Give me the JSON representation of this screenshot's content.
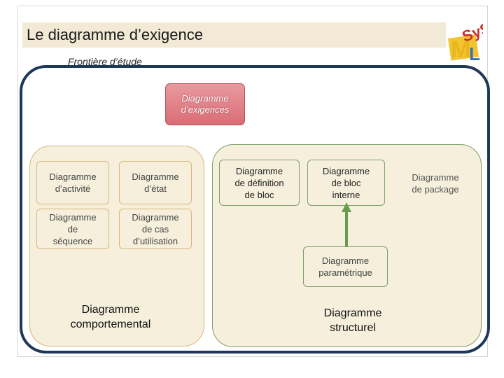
{
  "slide": {
    "title": "Le diagramme d’exigence",
    "boundary_label": "Frontière d’étude",
    "logo_text": "SysML"
  },
  "requirements": {
    "label": "Diagramme\nd’exigences"
  },
  "behavioral": {
    "group_label": "Diagramme\ncomportemental",
    "diagrams": [
      "Diagramme\nd’activité",
      "Diagramme\nd’état",
      "Diagramme\nde\nséquence",
      "Diagramme\nde cas\nd’utilisation"
    ]
  },
  "structural": {
    "group_label": "Diagramme\nstructurel",
    "diagrams": [
      "Diagramme\nde définition\nde bloc",
      "Diagramme\nde bloc\ninterne",
      "Diagramme\nparamétrique"
    ]
  },
  "package": {
    "label": "Diagramme\nde  package"
  },
  "colors": {
    "boundary": "#1e3857",
    "requirements_fill": "#d96d75",
    "behavioral_border": "#d9b77c",
    "structural_border": "#7ea069",
    "arrow": "#6a9a4e"
  }
}
